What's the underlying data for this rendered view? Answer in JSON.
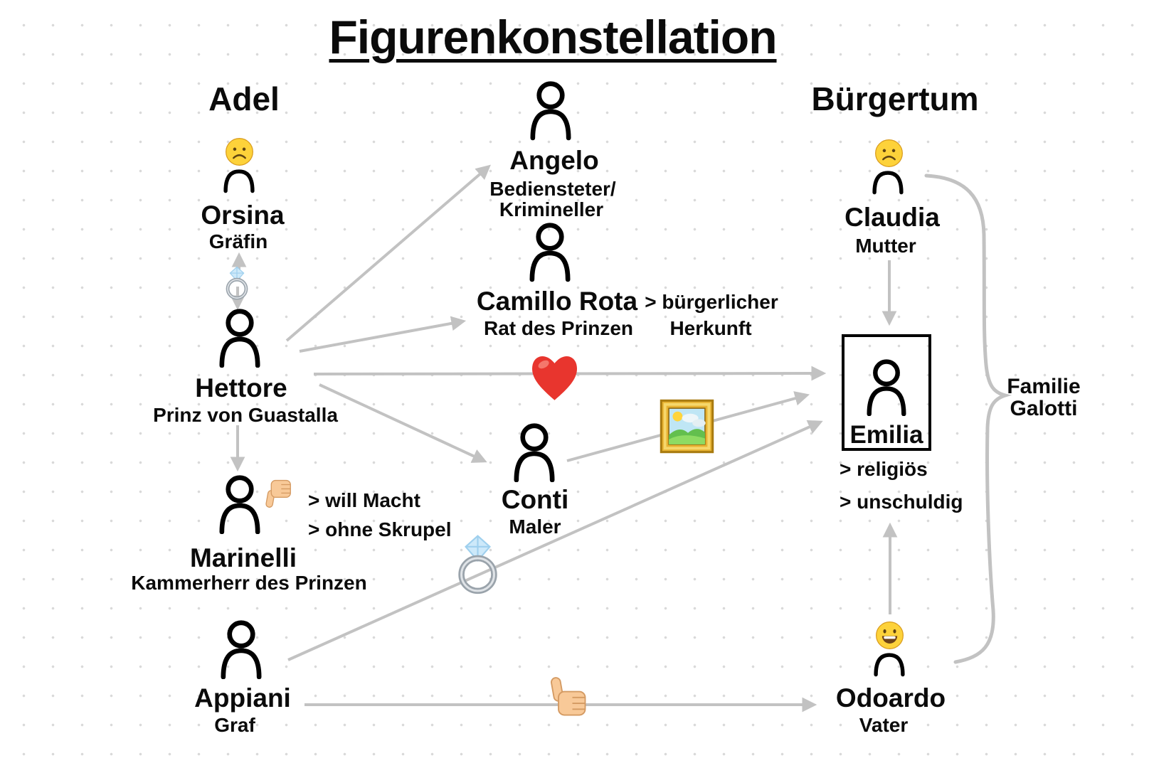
{
  "title": "Figurenkonstellation",
  "groups": {
    "adel": "Adel",
    "buergertum": "Bürgertum"
  },
  "nodes": {
    "orsina": {
      "name": "Orsina",
      "role": "Gräfin",
      "mood_icon": "sad-face"
    },
    "hettore": {
      "name": "Hettore",
      "role": "Prinz von Guastalla"
    },
    "marinelli": {
      "name": "Marinelli",
      "role": "Kammerherr des Prinzen",
      "trait1": "> will Macht",
      "trait2": "> ohne Skrupel",
      "mood_icon": "thumbs-down"
    },
    "appiani": {
      "name": "Appiani",
      "role": "Graf"
    },
    "angelo": {
      "name": "Angelo",
      "role1": "Bediensteter/",
      "role2": "Krimineller"
    },
    "camillo": {
      "name": "Camillo Rota",
      "role": "Rat des Prinzen",
      "note1": "> bürgerlicher",
      "note2": "Herkunft"
    },
    "conti": {
      "name": "Conti",
      "role": "Maler"
    },
    "claudia": {
      "name": "Claudia",
      "role": "Mutter",
      "mood_icon": "sad-face"
    },
    "emilia": {
      "name": "Emilia",
      "trait1": "> religiös",
      "trait2": "> unschuldig",
      "boxed": true
    },
    "odoardo": {
      "name": "Odoardo",
      "role": "Vater",
      "mood_icon": "happy-face"
    }
  },
  "family": {
    "line1": "Familie",
    "line2": "Galotti"
  },
  "edges": [
    {
      "from": "Orsina",
      "to": "Hettore",
      "icon": "ring",
      "style": "double-arrow"
    },
    {
      "from": "Hettore",
      "to": "Marinelli"
    },
    {
      "from": "Hettore",
      "to": "Angelo"
    },
    {
      "from": "Hettore",
      "to": "Camillo Rota"
    },
    {
      "from": "Hettore",
      "to": "Emilia",
      "icon": "heart"
    },
    {
      "from": "Hettore",
      "to": "Conti"
    },
    {
      "from": "Conti",
      "to": "Emilia",
      "icon": "framed-picture"
    },
    {
      "from": "Appiani",
      "to": "Emilia",
      "icon": "ring"
    },
    {
      "from": "Appiani",
      "to": "Odoardo",
      "icon": "thumbs-up"
    },
    {
      "from": "Claudia",
      "to": "Emilia"
    },
    {
      "from": "Odoardo",
      "to": "Emilia"
    }
  ],
  "brace_label_for": "Claudia, Emilia, Odoardo",
  "colors": {
    "line": "#c2c2c2",
    "text": "#0b0b0b",
    "heart": "#e8352e",
    "emoji_yellow": "#fdd23a",
    "frame_gold": "#e7b231",
    "ring_silver": "#9aa3ab",
    "skin": "#f8c998"
  }
}
